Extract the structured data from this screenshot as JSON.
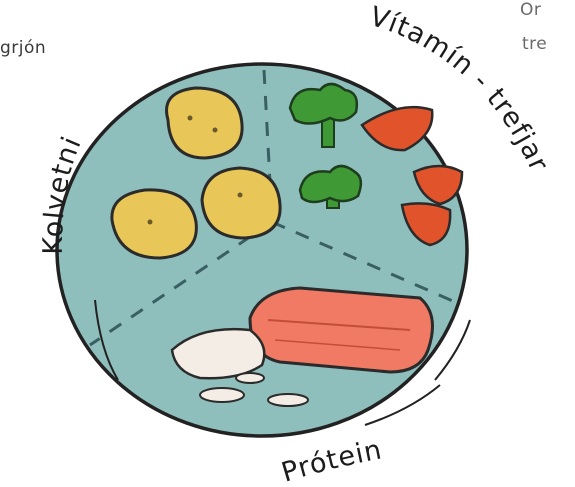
{
  "fragments": {
    "top_left": "grjón",
    "top_right_line1": "Or",
    "top_right_line2": "tre"
  },
  "plate": {
    "labels": {
      "left": "Kolvetni",
      "top_right": "Vítamín - trefjar",
      "bottom": "Prótein"
    }
  },
  "colors": {
    "plate": "#8fbfbd",
    "plate_outline": "#222222",
    "potato": "#e8c758",
    "broccoli": "#3f9a35",
    "tomato": "#e0532b",
    "salmon": "#f07a63",
    "sauce": "#f4ede6"
  },
  "icons": [
    "potato-icon",
    "broccoli-icon",
    "tomato-slice-icon",
    "salmon-fillet-icon",
    "sauce-icon"
  ]
}
